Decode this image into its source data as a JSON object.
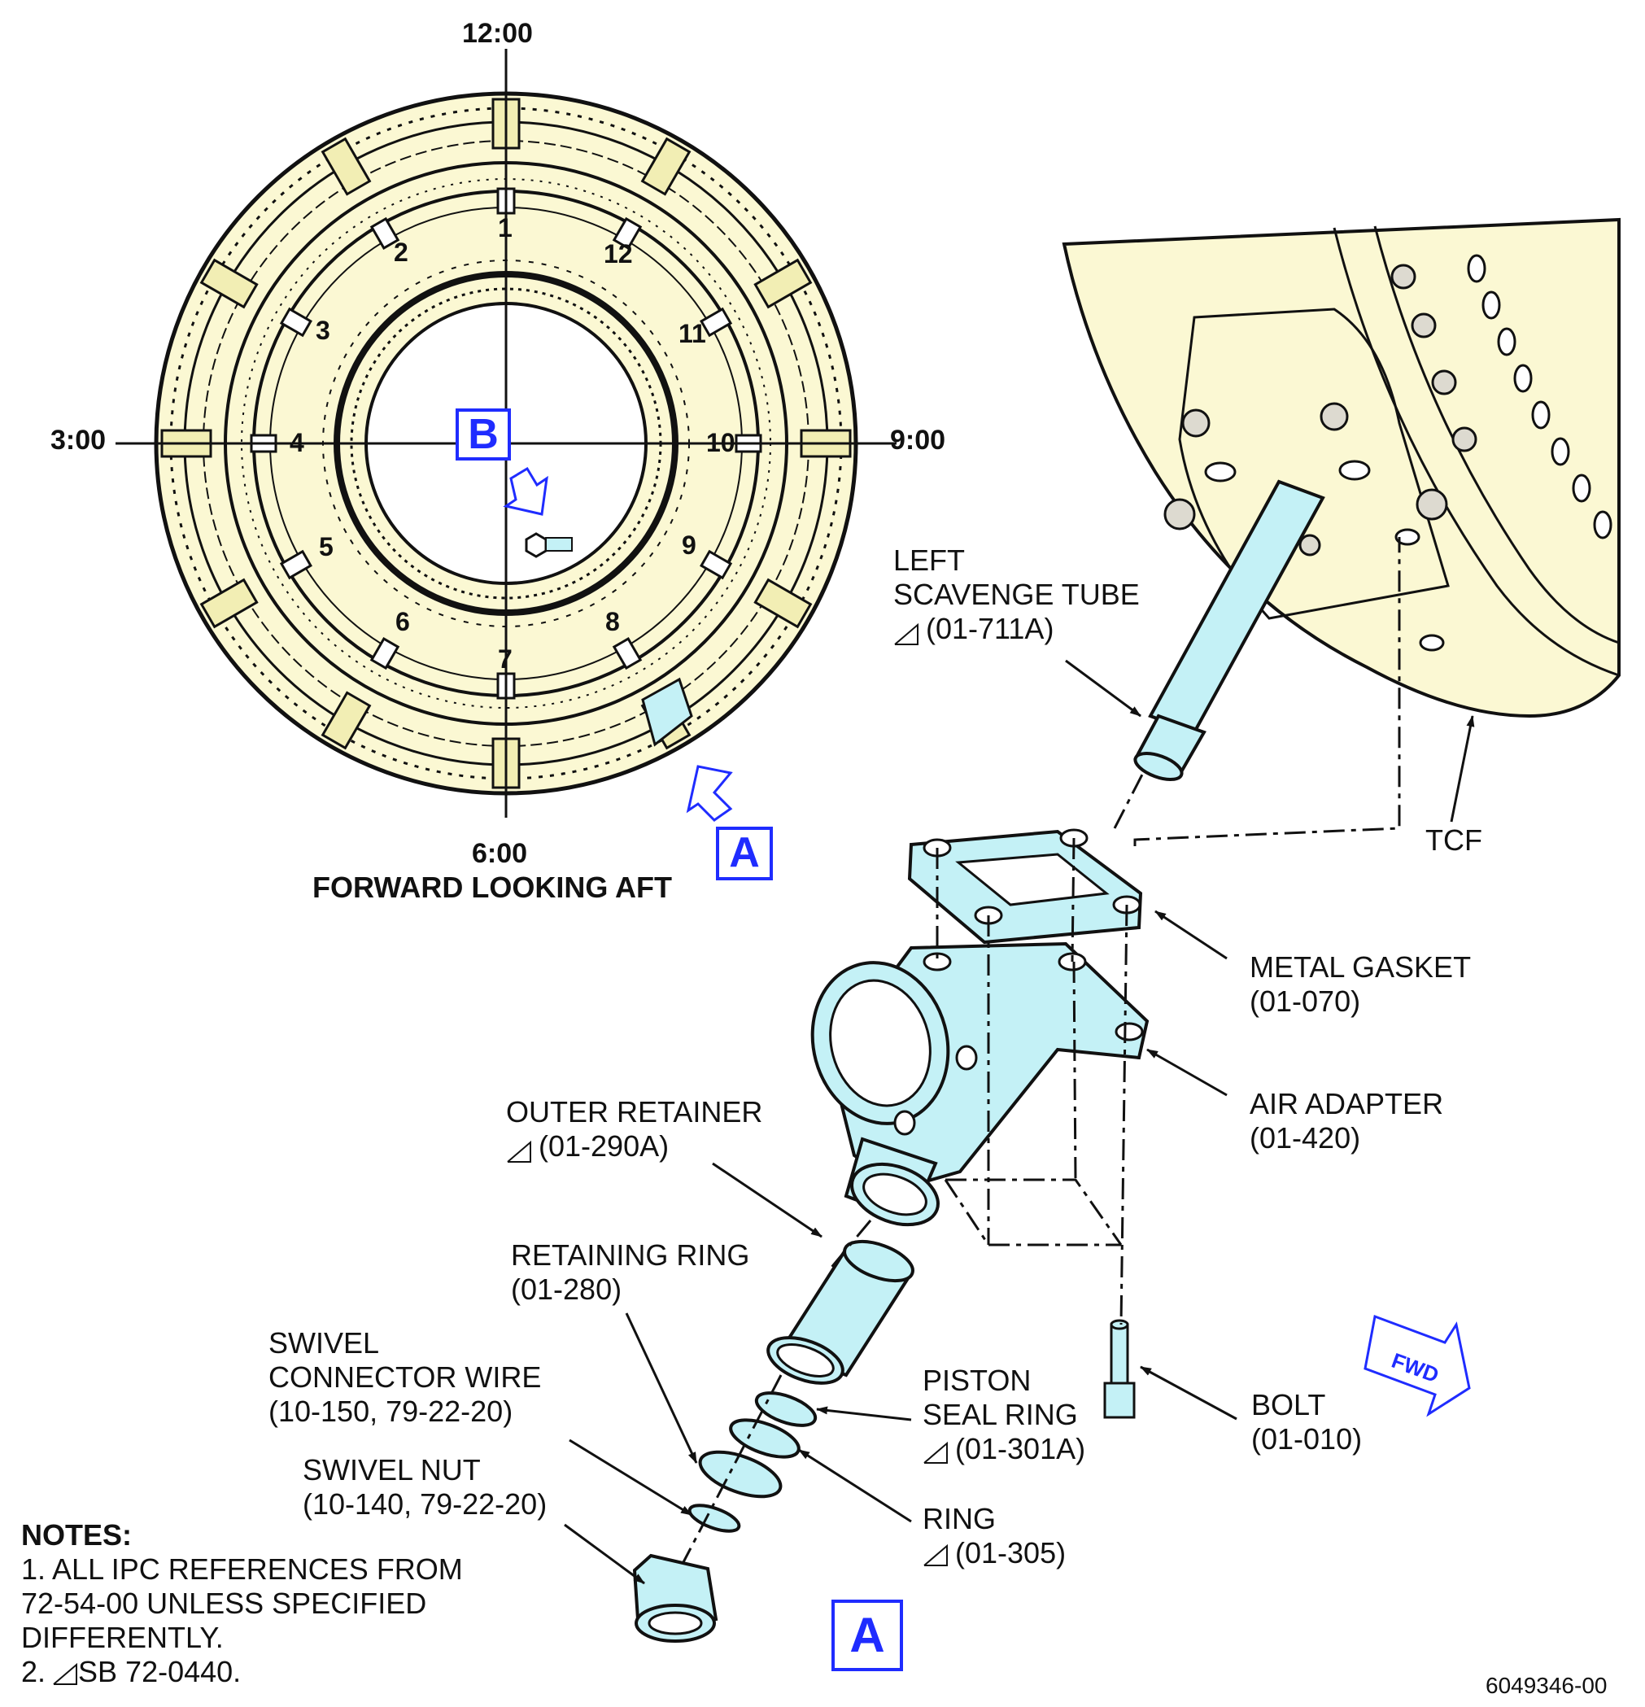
{
  "colors": {
    "part_fill": "#c4f1f6",
    "engine_fill": "#fbf8d3",
    "callout_blue": "#1f2cff",
    "line": "#111111"
  },
  "clock_labels": {
    "top": "12:00",
    "left": "3:00",
    "right": "9:00",
    "bottom": "6:00"
  },
  "ring_view_caption": "FORWARD LOOKING AFT",
  "position_numbers": [
    "1",
    "2",
    "3",
    "4",
    "5",
    "6",
    "7",
    "8",
    "9",
    "10",
    "11",
    "12"
  ],
  "callouts": {
    "view_b": "B",
    "view_a_small": "A",
    "view_a_large": "A",
    "fwd_arrow": "FWD"
  },
  "parts": {
    "left_scavenge_tube": {
      "line1": "LEFT",
      "line2": "SCAVENGE TUBE",
      "ref": "(01-711A)"
    },
    "tcf": "TCF",
    "metal_gasket": {
      "name": "METAL GASKET",
      "ref": "(01-070)"
    },
    "air_adapter": {
      "name": "AIR ADAPTER",
      "ref": "(01-420)"
    },
    "outer_retainer": {
      "name": "OUTER RETAINER",
      "ref": "(01-290A)"
    },
    "retaining_ring": {
      "name": "RETAINING RING",
      "ref": "(01-280)"
    },
    "swivel_connector_wire": {
      "line1": "SWIVEL",
      "line2": "CONNECTOR WIRE",
      "ref": "(10-150, 79-22-20)"
    },
    "swivel_nut": {
      "name": "SWIVEL NUT",
      "ref": "(10-140, 79-22-20)"
    },
    "piston_seal_ring": {
      "line1": "PISTON",
      "line2": "SEAL RING",
      "ref": "(01-301A)"
    },
    "ring": {
      "name": "RING",
      "ref": "(01-305)"
    },
    "bolt": {
      "name": "BOLT",
      "ref": "(01-010)"
    }
  },
  "notes": {
    "title": "NOTES:",
    "note1_line1": "1. ALL IPC REFERENCES FROM",
    "note1_line2": "72-54-00 UNLESS SPECIFIED",
    "note1_line3": "DIFFERENTLY.",
    "note2": "SB 72-0440."
  },
  "figure_number": "6049346-00"
}
